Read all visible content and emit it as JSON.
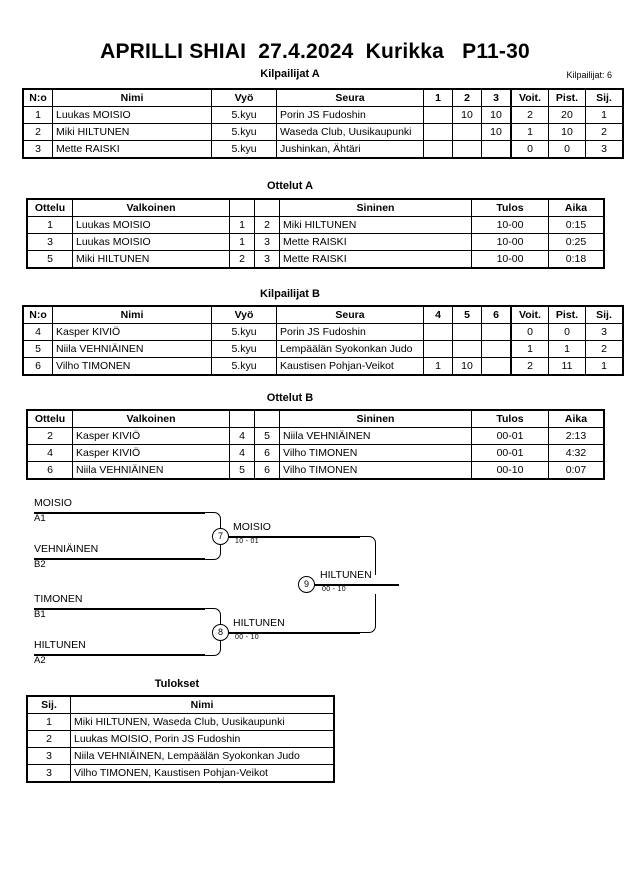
{
  "header": {
    "title": "APRILLI SHIAI  27.4.2024  Kurikka   P11-30",
    "competitor_count_label": "Kilpailijat: 6"
  },
  "pool_a": {
    "heading": "Kilpailijat A",
    "columns": {
      "no": "N:o",
      "name": "Nimi",
      "belt": "Vyö",
      "club": "Seura",
      "rr": [
        "1",
        "2",
        "3"
      ],
      "wins": "Voit.",
      "points": "Pist.",
      "rank": "Sij."
    },
    "rows": [
      {
        "no": "1",
        "name": "Luukas MOISIO",
        "belt": "5.kyu",
        "club": "Porin JS Fudoshin",
        "rr": [
          "",
          "10",
          "10"
        ],
        "wins": "2",
        "points": "20",
        "rank": "1"
      },
      {
        "no": "2",
        "name": "Miki HILTUNEN",
        "belt": "5.kyu",
        "club": "Waseda Club, Uusikaupunki",
        "rr": [
          "",
          "",
          "10"
        ],
        "wins": "1",
        "points": "10",
        "rank": "2"
      },
      {
        "no": "3",
        "name": "Mette RAISKI",
        "belt": "5.kyu",
        "club": "Jushinkan, Ähtäri",
        "rr": [
          "",
          "",
          ""
        ],
        "wins": "0",
        "points": "0",
        "rank": "3"
      }
    ]
  },
  "matches_a": {
    "heading": "Ottelut A",
    "columns": {
      "match": "Ottelu",
      "white": "Valkoinen",
      "blue": "Sininen",
      "result": "Tulos",
      "time": "Aika"
    },
    "rows": [
      {
        "match": "1",
        "white": "Luukas MOISIO",
        "white_no": "1",
        "blue_no": "2",
        "blue": "Miki HILTUNEN",
        "result": "10-00",
        "time": "0:15"
      },
      {
        "match": "3",
        "white": "Luukas MOISIO",
        "white_no": "1",
        "blue_no": "3",
        "blue": "Mette RAISKI",
        "result": "10-00",
        "time": "0:25"
      },
      {
        "match": "5",
        "white": "Miki HILTUNEN",
        "white_no": "2",
        "blue_no": "3",
        "blue": "Mette RAISKI",
        "result": "10-00",
        "time": "0:18"
      }
    ]
  },
  "pool_b": {
    "heading": "Kilpailijat B",
    "columns": {
      "no": "N:o",
      "name": "Nimi",
      "belt": "Vyö",
      "club": "Seura",
      "rr": [
        "4",
        "5",
        "6"
      ],
      "wins": "Voit.",
      "points": "Pist.",
      "rank": "Sij."
    },
    "rows": [
      {
        "no": "4",
        "name": "Kasper KIVIÖ",
        "belt": "5.kyu",
        "club": "Porin JS Fudoshin",
        "rr": [
          "",
          "",
          ""
        ],
        "wins": "0",
        "points": "0",
        "rank": "3"
      },
      {
        "no": "5",
        "name": "Niila VEHNIÄINEN",
        "belt": "5.kyu",
        "club": "Lempäälän Syokonkan Judo",
        "rr": [
          "",
          "",
          ""
        ],
        "wins": "1",
        "points": "1",
        "rank": "2"
      },
      {
        "no": "6",
        "name": "Vilho TIMONEN",
        "belt": "5.kyu",
        "club": "Kaustisen Pohjan-Veikot",
        "rr": [
          "1",
          "10",
          ""
        ],
        "wins": "2",
        "points": "11",
        "rank": "1"
      }
    ]
  },
  "matches_b": {
    "heading": "Ottelut B",
    "columns": {
      "match": "Ottelu",
      "white": "Valkoinen",
      "blue": "Sininen",
      "result": "Tulos",
      "time": "Aika"
    },
    "rows": [
      {
        "match": "2",
        "white": "Kasper KIVIÖ",
        "white_no": "4",
        "blue_no": "5",
        "blue": "Niila VEHNIÄINEN",
        "result": "00-01",
        "time": "2:13"
      },
      {
        "match": "4",
        "white": "Kasper KIVIÖ",
        "white_no": "4",
        "blue_no": "6",
        "blue": "Vilho TIMONEN",
        "result": "00-01",
        "time": "4:32"
      },
      {
        "match": "6",
        "white": "Niila VEHNIÄINEN",
        "white_no": "5",
        "blue_no": "6",
        "blue": "Vilho TIMONEN",
        "result": "00-10",
        "time": "0:07"
      }
    ]
  },
  "bracket": {
    "entrants": [
      {
        "name": "MOISIO",
        "seed": "A1"
      },
      {
        "name": "VEHNIÄINEN",
        "seed": "B2"
      },
      {
        "name": "TIMONEN",
        "seed": "B1"
      },
      {
        "name": "HILTUNEN",
        "seed": "A2"
      }
    ],
    "semifinal_1": {
      "number": "7",
      "winner": "MOISIO",
      "score": "10 - 01"
    },
    "semifinal_2": {
      "number": "8",
      "winner": "HILTUNEN",
      "score": "00 - 10"
    },
    "final": {
      "number": "9",
      "winner": "HILTUNEN",
      "score": "00 - 10"
    }
  },
  "results": {
    "heading": "Tulokset",
    "columns": {
      "rank": "Sij.",
      "name": "Nimi"
    },
    "rows": [
      {
        "rank": "1",
        "name": "Miki HILTUNEN, Waseda Club, Uusikaupunki"
      },
      {
        "rank": "2",
        "name": "Luukas MOISIO, Porin JS Fudoshin"
      },
      {
        "rank": "3",
        "name": "Niila VEHNIÄINEN, Lempäälän Syokonkan Judo"
      },
      {
        "rank": "3",
        "name": "Vilho TIMONEN, Kaustisen Pohjan-Veikot"
      }
    ]
  }
}
